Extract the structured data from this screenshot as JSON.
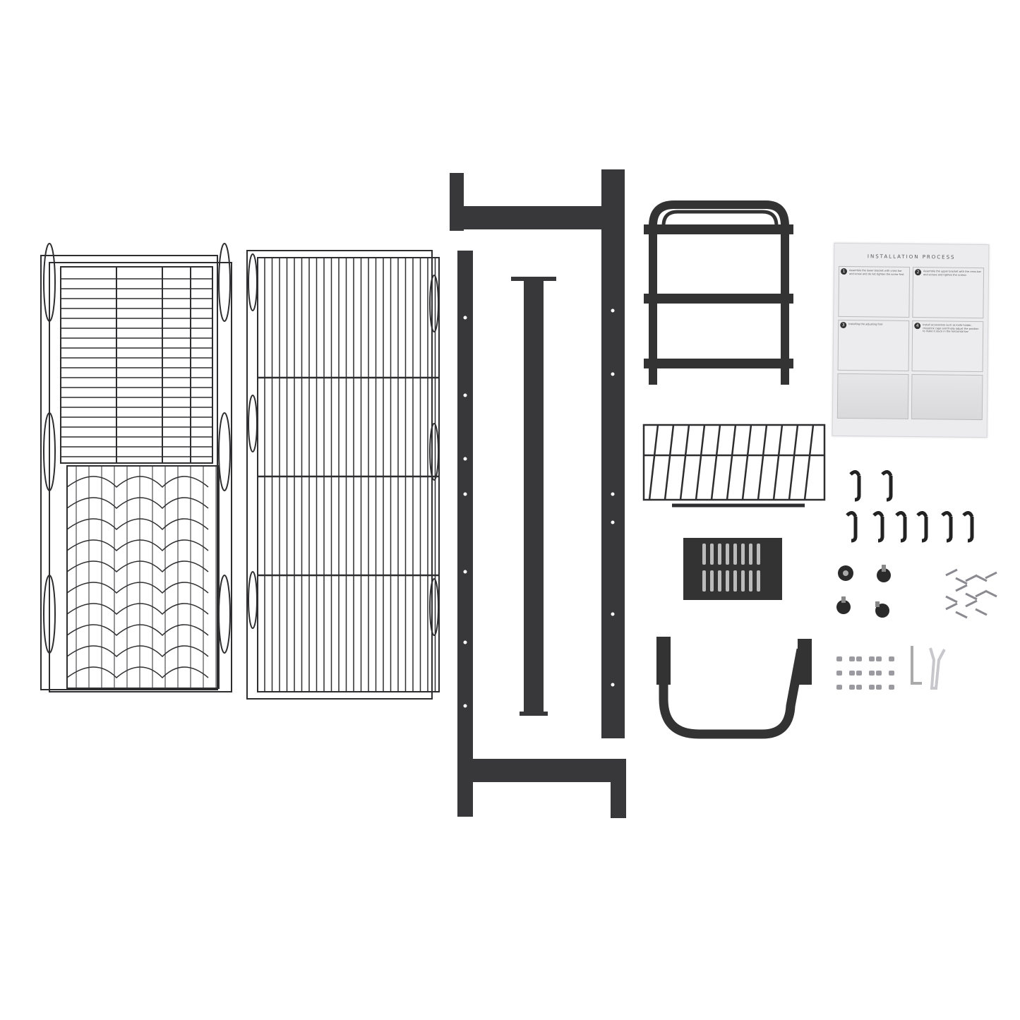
{
  "colors": {
    "metal": "#2e2e30",
    "metal_light": "#4a4a4c",
    "screws": "#9a9aa0",
    "background": "#ffffff"
  },
  "instruction_sheet": {
    "title": "INSTALLATION PROCESS",
    "steps": [
      {
        "number": "1",
        "text": "Assemble the lower bracket with cross bar and screw and do not tighten the screw first"
      },
      {
        "number": "2",
        "text": "Assemble the upper bracket with the cross bar and screws and tighten the screws"
      },
      {
        "number": "3",
        "text": "Installing the adjusting foot"
      },
      {
        "number": "4",
        "text": "Install accessories such as knife holder, chopstick cage and finally adjust the position to make it stuck in the horizontal bar"
      }
    ]
  }
}
